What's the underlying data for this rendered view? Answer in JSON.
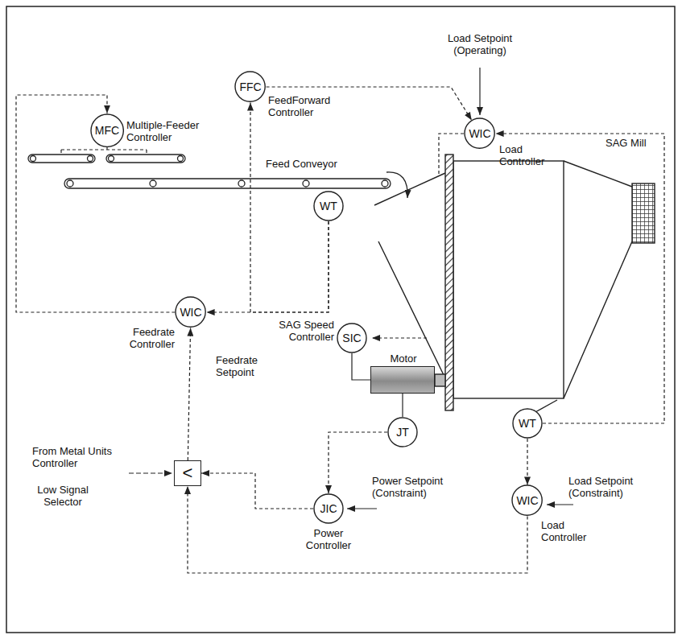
{
  "diagram": {
    "nodes": [
      {
        "text": [
          "MFC",
          "Multiple-Feeder Controller"
        ]
      },
      {
        "text": [
          "FFC",
          "FeedForward Controller"
        ]
      },
      {
        "text": [
          "WIC",
          "Load Controller"
        ]
      },
      {
        "text": [
          "WT"
        ]
      },
      {
        "text": [
          "WIC",
          "Feedrate Controller"
        ]
      },
      {
        "text": [
          "SIC",
          "SAG Speed Controller"
        ]
      },
      {
        "text": [
          "Motor"
        ]
      },
      {
        "text": [
          "JT"
        ]
      },
      {
        "text": [
          "WT"
        ]
      },
      {
        "text": [
          "<",
          "Low Signal Selector"
        ]
      },
      {
        "text": [
          "JIC",
          "Power Controller"
        ]
      },
      {
        "text": [
          "WIC",
          "Load Controller"
        ]
      }
    ],
    "edges": [
      {
        "from": 4,
        "to": 0,
        "arrow": "to"
      },
      {
        "from": 3,
        "to": 4,
        "arrow": "to"
      },
      {
        "from": 3,
        "to": 1,
        "arrow": "to"
      },
      {
        "from": 1,
        "to": 2,
        "arrow": "to"
      },
      {
        "from": 8,
        "to": 2,
        "arrow": "to"
      },
      {
        "from": 8,
        "to": 11,
        "arrow": "to"
      },
      {
        "from": 5,
        "to": 6,
        "arrow": "none"
      },
      {
        "from": 6,
        "to": 7,
        "arrow": "none"
      },
      {
        "from": 7,
        "to": 10,
        "arrow": "to"
      },
      {
        "from": 10,
        "to": 9,
        "arrow": "to"
      },
      {
        "from": 11,
        "to": 9,
        "arrow": "to"
      },
      {
        "from": 9,
        "to": 4,
        "arrow": "to"
      }
    ],
    "labels": [
      "Feed Conveyor",
      "SAG Mill",
      "Load Setpoint (Operating)",
      "From Metal Units Controller",
      "Feedrate Setpoint",
      "Power Setpoint (Constraint)",
      "Load Setpoint (Constraint)"
    ]
  }
}
